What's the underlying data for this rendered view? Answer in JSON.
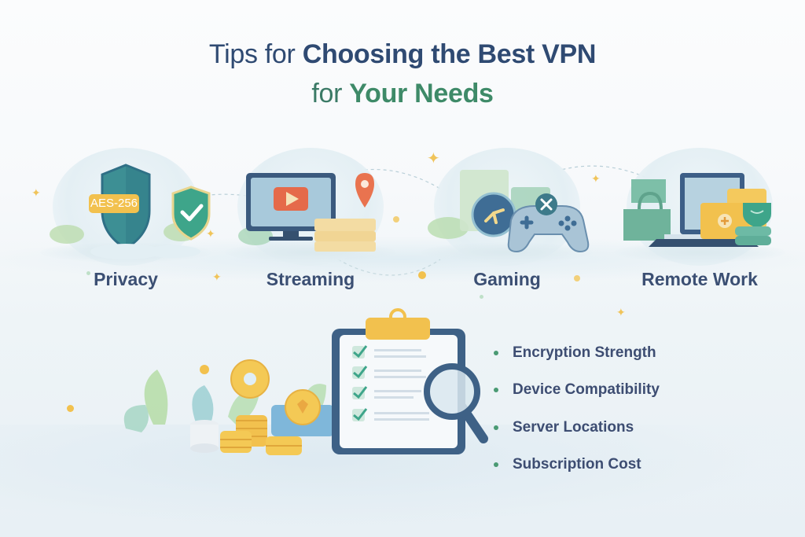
{
  "title": {
    "line1_prefix": "Tips for ",
    "line1_main": "Choosing the Best VPN",
    "line2_prefix": "for ",
    "line2_main": "Your Needs"
  },
  "categories": [
    {
      "label": "Privacy",
      "icon": "shield-lock-icon",
      "badge": "AES-256"
    },
    {
      "label": "Streaming",
      "icon": "monitor-play-icon"
    },
    {
      "label": "Gaming",
      "icon": "gamepad-icon"
    },
    {
      "label": "Remote Work",
      "icon": "laptop-folder-icon"
    }
  ],
  "checklist": {
    "items": [
      "Encryption Strength",
      "Device Compatibility",
      "Server Locations",
      "Subscription Cost"
    ]
  },
  "colors": {
    "title_navy": "#2f4a72",
    "title_green": "#3e8a68",
    "label_navy": "#3b4f73",
    "bullet_green": "#4a9a73",
    "accent_gold": "#f2c14e",
    "accent_teal": "#3f9e8f",
    "accent_orange": "#e9734f"
  }
}
